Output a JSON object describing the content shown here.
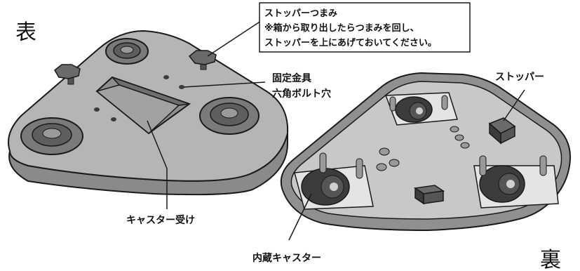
{
  "views": {
    "front_label": "表",
    "back_label": "裏"
  },
  "callouts": {
    "stopper_knob": {
      "title": "ストッパーつまみ",
      "line1": "※箱から取り出したらつまみを回し、",
      "line2": "ストッパーを上にあげておいてください。"
    },
    "bracket_holes": {
      "line1": "固定金具",
      "line2": "六角ボルト穴"
    },
    "caster_receiver": "キャスター受け",
    "stopper": "ストッパー",
    "built_in_caster": "内蔵キャスター"
  },
  "colors": {
    "body": "#b3b3b3",
    "body_light": "#cfcfcf",
    "body_dark": "#7a7a7a",
    "outline": "#1a1a1a",
    "recess": "#8e8e8e",
    "wheel": "#3c3c3c"
  }
}
